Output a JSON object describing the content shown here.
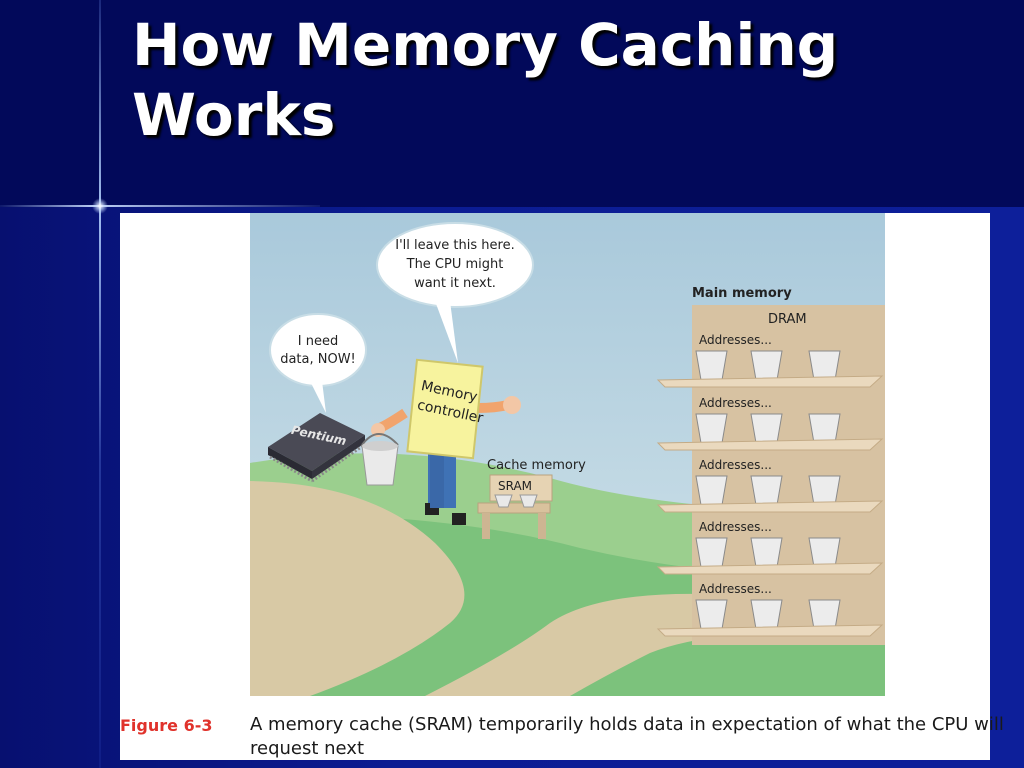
{
  "slide": {
    "title_line1": "How Memory Caching",
    "title_line2": "Works"
  },
  "figure": {
    "label": "Figure 6-3",
    "caption_line1": "A memory cache (SRAM) temporarily holds data in expectation of what the CPU will",
    "caption_line2": "request next",
    "cpu_speech": [
      "I need",
      "data, NOW!"
    ],
    "controller_speech": [
      "I'll leave this here.",
      "The CPU might",
      "want it next."
    ],
    "chip_label": "Pentium",
    "controller_sign": [
      "Memory",
      "controller"
    ],
    "cache_label": "Cache memory",
    "sram_label": "SRAM",
    "main_memory_label": "Main memory",
    "dram_label": "DRAM",
    "address_labels": [
      "Addresses...",
      "Addresses...",
      "Addresses...",
      "Addresses...",
      "Addresses..."
    ]
  },
  "colors": {
    "slide_bg": "#0d1f9a",
    "title_band": "#02095a",
    "title_text": "#ffffff",
    "figure_label": "#e0322b",
    "sky": "#b7d3e0",
    "grass": "#7cc27c",
    "path": "#d8c9a5",
    "shelf_board": "#d7c2a2"
  },
  "icons": {
    "chip": "cpu-chip-icon",
    "bucket": "bucket-icon",
    "speech": "speech-bubble-icon"
  }
}
